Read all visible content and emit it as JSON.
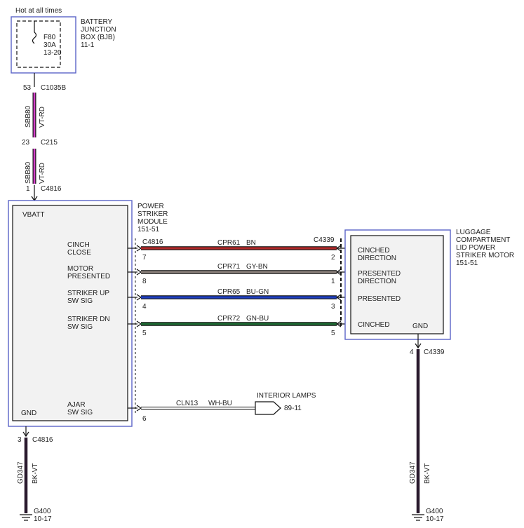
{
  "bjb": {
    "top_note": "Hot at all times",
    "name_lines": [
      "BATTERY",
      "JUNCTION",
      "BOX (BJB)"
    ],
    "ref": "11-1",
    "fuse": {
      "id": "F80",
      "amps": "30A",
      "ref": "13-20"
    }
  },
  "connectors": {
    "c1035b": {
      "pin": "53",
      "name": "C1035B"
    },
    "c215": {
      "pin": "23",
      "name": "C215"
    },
    "c4816_top": {
      "pin": "1",
      "name": "C4816"
    },
    "c4816_right": {
      "name": "C4816"
    },
    "c4339_left": {
      "name": "C4339"
    },
    "c4816_bottom": {
      "pin": "3",
      "name": "C4816"
    },
    "c4339_bottom": {
      "pin": "4",
      "name": "C4339"
    }
  },
  "feed_wires": [
    {
      "circuit": "SBB80",
      "color": "VT-RD"
    },
    {
      "circuit": "SBB80",
      "color": "VT-RD"
    }
  ],
  "psm": {
    "name_lines": [
      "POWER",
      "STRIKER",
      "MODULE"
    ],
    "ref": "151-51",
    "vbatt": "VBATT",
    "gnd": "GND",
    "pins": [
      {
        "line1": "CINCH",
        "line2": "CLOSE",
        "pin": "7"
      },
      {
        "line1": "MOTOR",
        "line2": "PRESENTED",
        "pin": "8"
      },
      {
        "line1": "STRIKER UP",
        "line2": "SW SIG",
        "pin": "4"
      },
      {
        "line1": "STRIKER DN",
        "line2": "SW SIG",
        "pin": "5"
      },
      {
        "line1": "AJAR",
        "line2": "SW SIG",
        "pin": "6"
      }
    ]
  },
  "signal_wires": [
    {
      "circuit": "CPR61",
      "color": "BN",
      "hex": "#b02a2a",
      "pin_left": "7",
      "pin_right": "2"
    },
    {
      "circuit": "CPR71",
      "color": "GY-BN",
      "hex": "#8a7f7a",
      "pin_left": "8",
      "pin_right": "1"
    },
    {
      "circuit": "CPR65",
      "color": "BU-GN",
      "hex": "#1f3fbf",
      "pin_left": "4",
      "pin_right": "3"
    },
    {
      "circuit": "CPR72",
      "color": "GN-BU",
      "hex": "#1f6a34",
      "pin_left": "5",
      "pin_right": "5"
    }
  ],
  "ajar_wire": {
    "circuit": "CLN13",
    "color": "WH-BU",
    "dest": "INTERIOR LAMPS",
    "dest_ref": "89-11"
  },
  "motor": {
    "name_lines": [
      "LUGGAGE",
      "COMPARTMENT",
      "LID POWER",
      "STRIKER MOTOR"
    ],
    "ref": "151-51",
    "gnd": "GND",
    "pins": [
      {
        "line1": "CINCHED",
        "line2": "DIRECTION"
      },
      {
        "line1": "PRESENTED",
        "line2": "DIRECTION"
      },
      {
        "line1": "PRESENTED",
        "line2": ""
      },
      {
        "line1": "CINCHED",
        "line2": ""
      }
    ]
  },
  "ground_wires": [
    {
      "circuit": "GD347",
      "color": "BK-VT",
      "ground": "G400",
      "ref": "10-17"
    },
    {
      "circuit": "GD347",
      "color": "BK-VT",
      "ground": "G400",
      "ref": "10-17"
    }
  ],
  "colors": {
    "module_border": "#5a64c8",
    "module_fill": "#f2f2f2",
    "feed_wire": "#d23fc8",
    "ground_wire": "#2a1a2e"
  }
}
